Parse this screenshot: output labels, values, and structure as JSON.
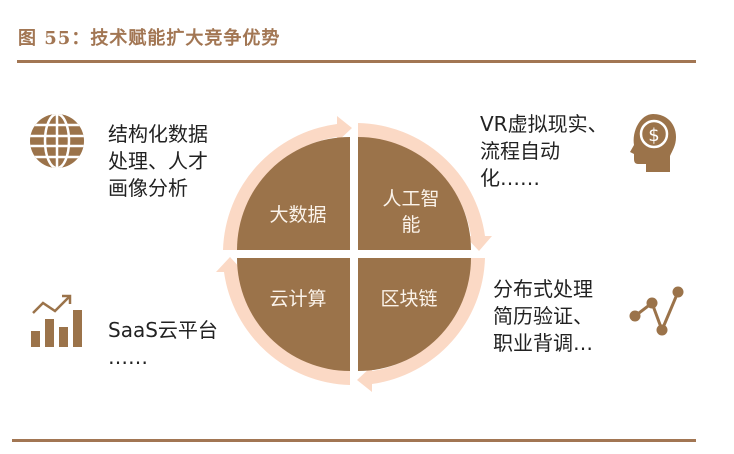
{
  "title": "图 55：技术赋能扩大竞争优势",
  "colors": {
    "accent": "#a27653",
    "quadrant_fill": "#9b734a",
    "ring": "#fbd9c5",
    "text": "#222222",
    "quadrant_text": "#fbf3ea"
  },
  "quadrants": [
    {
      "position": "top-left",
      "label": "大数据"
    },
    {
      "position": "top-right",
      "label": "人工智\n能"
    },
    {
      "position": "bottom-right",
      "label": "区块链"
    },
    {
      "position": "bottom-left",
      "label": "云计算"
    }
  ],
  "callouts": [
    {
      "position": "top-left",
      "icon": "globe-icon",
      "text": "结构化数据\n处理、人才\n画像分析"
    },
    {
      "position": "top-right",
      "icon": "head-dollar-icon",
      "text": "VR虚拟现实、\n流程自动\n化……"
    },
    {
      "position": "bottom-left",
      "icon": "bar-chart-growth-icon",
      "text": "SaaS云平台\n……"
    },
    {
      "position": "bottom-right",
      "icon": "line-nodes-icon",
      "text": "分布式处理\n简历验证、\n职业背调…"
    }
  ],
  "cycle_direction": "clockwise"
}
